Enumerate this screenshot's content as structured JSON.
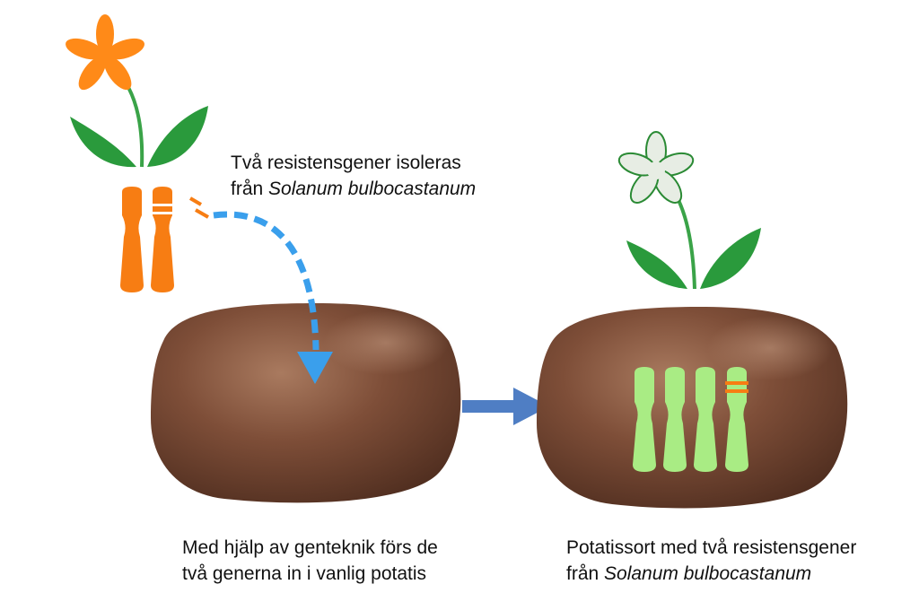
{
  "captions": {
    "isolate": {
      "line1": "Två resistensgener isoleras",
      "line2_prefix": "från ",
      "line2_italic": "Solanum bulbocastanum"
    },
    "insert": {
      "line1": "Med hjälp av genteknik förs de",
      "line2": "två generna in i vanlig potatis"
    },
    "result": {
      "line1": "Potatissort med två resistensgener",
      "line2_prefix": "från ",
      "line2_italic": "Solanum bulbocastanum"
    }
  },
  "colors": {
    "wild_flower": "#ff8a18",
    "wild_chromosome": "#f77d13",
    "leaf": "#2a9a3c",
    "stem": "#3aa348",
    "potato": "#7a4b35",
    "modified_chromosome": "#a9ec84",
    "gene_band": "#f77d13",
    "dashed_arrow": "#3a9fec",
    "solid_arrow": "#4f7ec4",
    "result_flower": "#e7ede4"
  },
  "icons": [
    "flower-icon",
    "chromosome-icon",
    "potato-icon",
    "arrow-icon"
  ]
}
